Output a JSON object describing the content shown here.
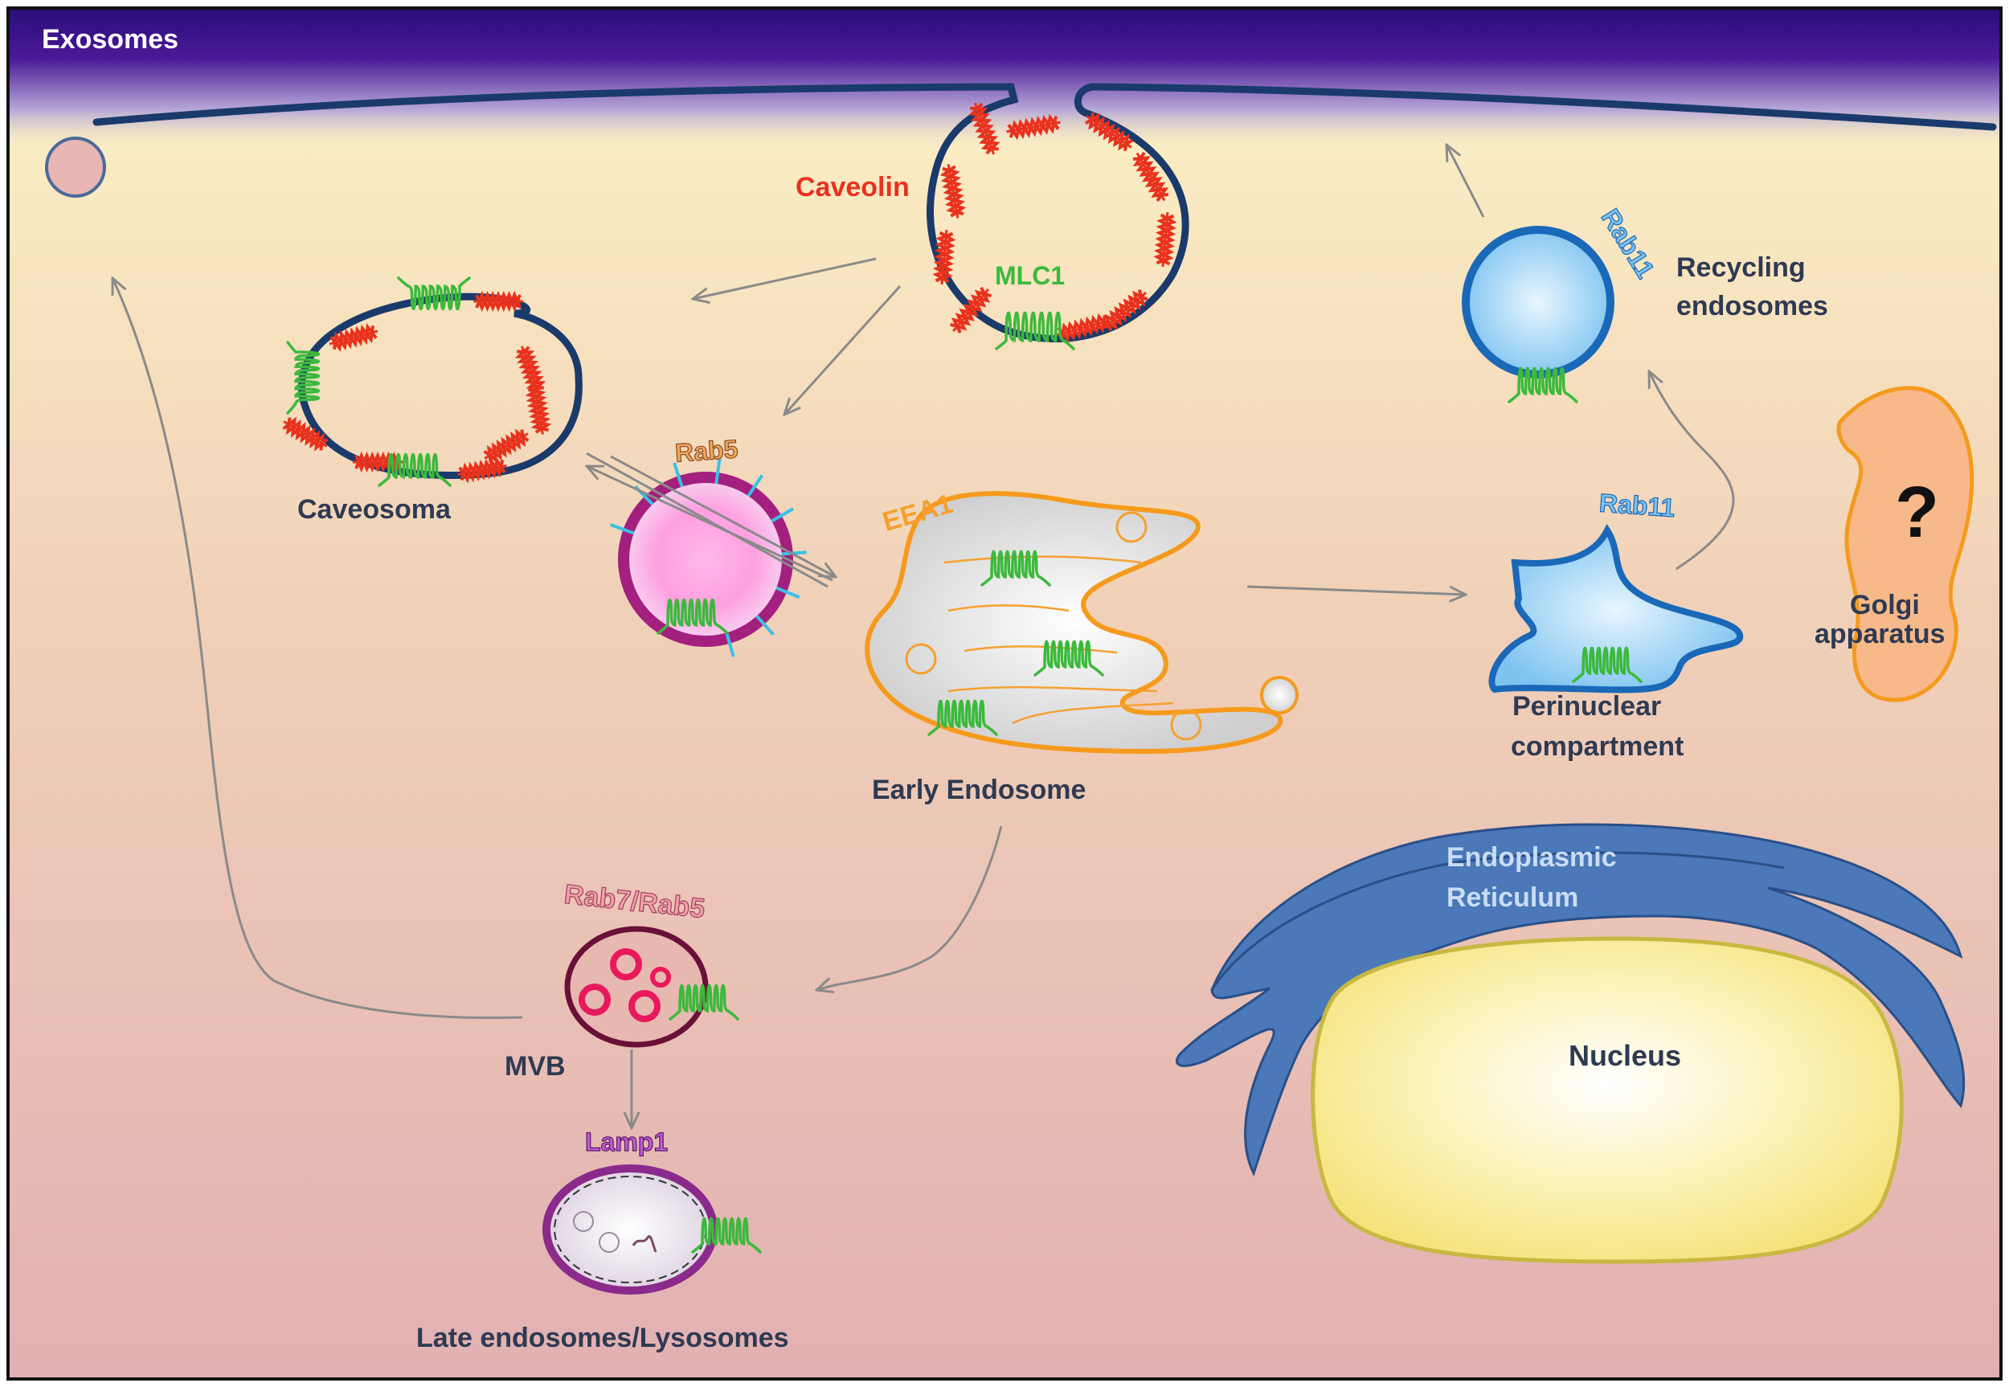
{
  "labels": {
    "exosomes": "Exosomes",
    "caveolin": "Caveolin",
    "mlc1": "MLC1",
    "caveosoma": "Caveosoma",
    "rab5": "Rab5",
    "eea1": "EEA1",
    "early_endosome": "Early Endosome",
    "rab11_recycling": "Rab11",
    "recycling_line1": "Recycling",
    "recycling_line2": "endosomes",
    "rab11_perinuclear": "Rab11",
    "perinuclear_line1": "Perinuclear",
    "perinuclear_line2": "compartment",
    "golgi_question": "?",
    "golgi_line1": "Golgi",
    "golgi_line2": "apparatus",
    "er_line1": "Endoplasmic",
    "er_line2": "Reticulum",
    "nucleus": "Nucleus",
    "rab7_rab5": "Rab7/Rab5",
    "mvb": "MVB",
    "lamp1": "Lamp1",
    "late_endosomes": "Late endosomes/Lysosomes"
  },
  "colors": {
    "membrane": "#1a3a6b",
    "caveolin": "#e8321e",
    "mlc1": "#3cb93c",
    "rab": "#e07a30",
    "rab11": "#2a7fcf",
    "er": "#4a78b8",
    "lamp1": "#8a2a8a",
    "mvb_vesicles": "#e8185c",
    "eea1": "#f59a1c"
  }
}
